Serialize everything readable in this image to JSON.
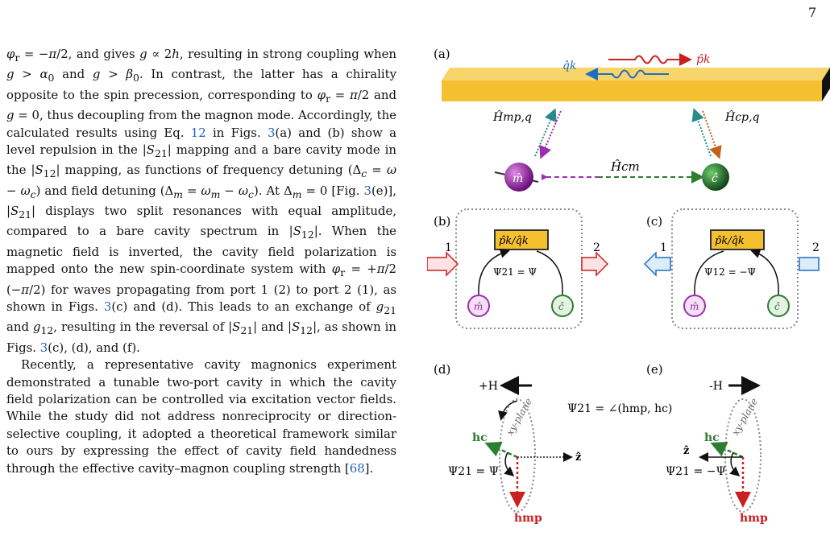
{
  "page": {
    "number": "7"
  },
  "text": {
    "p1": "φr = −π/2, and gives g ∝ 2h, resulting in strong coupling when g > α0 and g > β0. In contrast, the latter has a chirality opposite to the spin precession, corresponding to φr = π/2 and g = 0, thus decoupling from the magnon mode. Accordingly, the calculated results using Eq. 12 in Figs. 3(a) and (b) show a level repulsion in the |S21| mapping and a bare cavity mode in the |S12| mapping, as functions of frequency detuning (Δc = ω − ωc) and field detuning (Δm = ωm − ωc). At Δm = 0 [Fig. 3(e)], |S21| displays two split resonances with equal amplitude, compared to a bare cavity spectrum in |S12|. When the magnetic field is inverted, the cavity field polarization is mapped onto the new spin-coordinate system with φr = +π/2 (−π/2) for waves propagating from port 1 (2) to port 2 (1), as shown in Figs. 3(c) and (d). This leads to an exchange of g21 and g12, resulting in the reversal of |S21| and |S12|, as shown in Figs. 3(c), (d), and (f).",
    "p2": "Recently, a representative cavity magnonics experiment demonstrated a tunable two-port cavity in which the cavity field polarization can be controlled via excitation vector fields. While the study did not address nonreciprocity or direction-selective coupling, it adopted a theoretical framework similar to ours by expressing the effect of cavity field handedness through the effective cavity–magnon coupling strength [68]."
  },
  "figure": {
    "panels": {
      "a": "(a)",
      "b": "(b)",
      "c": "(c)",
      "d": "(d)",
      "e": "(e)"
    },
    "a": {
      "p_label": "p̂k",
      "q_label": "q̂k",
      "hmp": "Ĥmp,q",
      "hcp": "Ĥcp,q",
      "hcm": "Ĥcm",
      "m": "m̂",
      "c": "ĉ"
    },
    "b": {
      "port1": "1",
      "port2": "2",
      "box": "p̂k/q̂k",
      "psi": "Ψ21 = Ψ",
      "m": "m̂",
      "c": "ĉ"
    },
    "c": {
      "port1": "1",
      "port2": "2",
      "box": "p̂k/q̂k",
      "psi": "Ψ12 = −Ψ",
      "m": "m̂",
      "c": "ĉ"
    },
    "d": {
      "field": "+H",
      "plane": "xy-plane",
      "hc": "hc",
      "z": "ẑ",
      "psi": "Ψ21 = Ψ",
      "hmp": "hmp"
    },
    "e": {
      "field": "-H",
      "plane": "xy-plane",
      "hc": "hc",
      "z": "ẑ",
      "psi": "Ψ21 = −Ψ",
      "hmp": "hmp"
    },
    "formula": "Ψ21 = ∠(hmp, hc)"
  },
  "colors": {
    "cavity_bar": "#f5c02f",
    "red": "#cc1f1f",
    "blue": "#1f6fbf",
    "purple": "#9b2fae",
    "green": "#2e7d32",
    "box_fill": "#f5c02f",
    "cite": "#1f5fbf"
  }
}
